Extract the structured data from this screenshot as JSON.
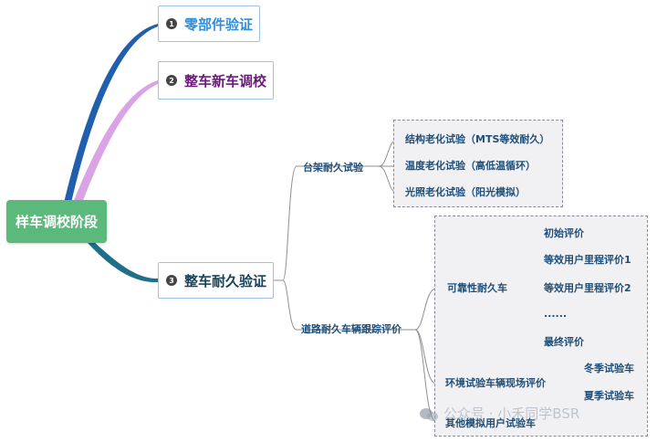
{
  "root": {
    "label": "样车调校阶段"
  },
  "branches": [
    {
      "num": "1",
      "label": "零部件验证"
    },
    {
      "num": "2",
      "label": "整车新车调校"
    },
    {
      "num": "3",
      "label": "整车耐久验证"
    }
  ],
  "durability": {
    "bench": {
      "label": "台架耐久试验",
      "items": [
        "结构老化试验（MTS等效耐久）",
        "温度老化试验（高低温循环）",
        "光照老化试验（阳光模拟）"
      ]
    },
    "road": {
      "label": "道路耐久车辆跟踪评价",
      "reliability": {
        "label": "可靠性耐久车",
        "items": [
          "初始评价",
          "等效用户里程评价1",
          "等效用户里程评价2",
          "......",
          "最终评价"
        ]
      },
      "environment": {
        "label": "环境试验车辆现场评价",
        "items": [
          "冬季试验车",
          "夏季试验车"
        ]
      },
      "other": {
        "label": "其他模拟用户试验车"
      }
    }
  },
  "watermark": {
    "text": "公众号 · 小禾同学BSR"
  },
  "colors": {
    "root": "#5cb97c",
    "branch1": "#1f5fae",
    "branch2": "#d9a3e6",
    "branch3": "#1f6f8b"
  }
}
